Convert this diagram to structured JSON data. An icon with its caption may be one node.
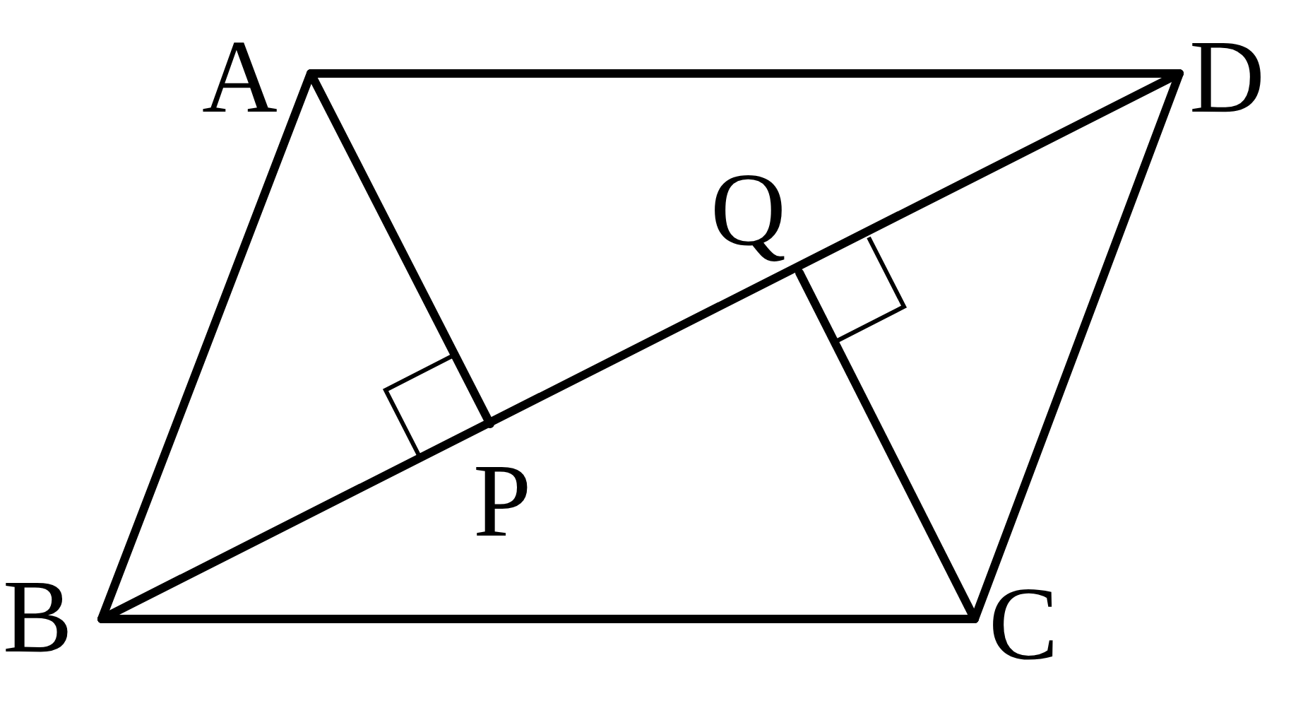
{
  "diagram": {
    "nodes": [
      {
        "text": [
          "A"
        ]
      },
      {
        "text": [
          "B"
        ]
      },
      {
        "text": [
          "C"
        ]
      },
      {
        "text": [
          "D"
        ]
      },
      {
        "text": [
          "P"
        ]
      },
      {
        "text": [
          "Q"
        ]
      }
    ],
    "edges": [
      {
        "from": 0,
        "to": 3,
        "arrow": "none"
      },
      {
        "from": 0,
        "to": 1,
        "arrow": "none"
      },
      {
        "from": 1,
        "to": 2,
        "arrow": "none"
      },
      {
        "from": 2,
        "to": 3,
        "arrow": "none"
      },
      {
        "from": 1,
        "to": 3,
        "arrow": "none"
      },
      {
        "from": 0,
        "to": 4,
        "arrow": "none"
      },
      {
        "from": 2,
        "to": 5,
        "arrow": "none"
      }
    ]
  }
}
